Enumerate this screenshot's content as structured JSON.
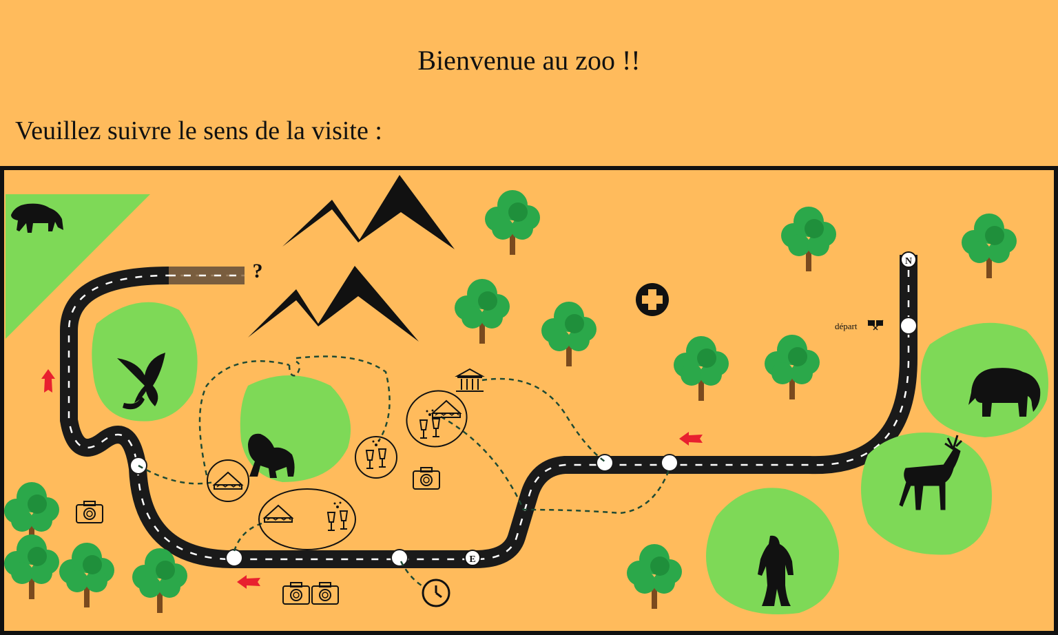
{
  "header": {
    "title": "Bienvenue au zoo !!",
    "subtitle": "Veuillez suivre le sens de la visite :"
  },
  "map": {
    "start_label": "départ",
    "north_label": "N",
    "east_label": "E",
    "unknown_label": "?",
    "colors": {
      "background": "#FFBB5C",
      "enclosure": "#7ED957",
      "road": "#1a1a1a",
      "tree_leaves": "#2BA84A",
      "tree_trunk": "#7A4A1E",
      "arrow": "#E8202F"
    },
    "enclosures": [
      "bear",
      "phoenix",
      "gorilla",
      "elephant",
      "deer",
      "bigfoot"
    ],
    "icons": [
      "mountains",
      "first-aid",
      "museum",
      "camera",
      "sandwich",
      "wine-glasses",
      "clock",
      "checkered-flags"
    ]
  }
}
